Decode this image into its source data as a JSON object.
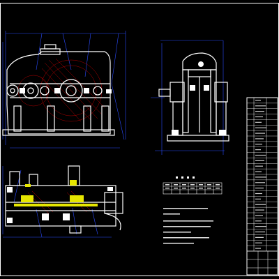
{
  "colors": {
    "background": "#000000",
    "outline": "#ffffff",
    "dimension": "#2b4cff",
    "hatch": "#c80000",
    "highlight": "#e6e600",
    "label": "#ffffff",
    "table": "#ffffff"
  },
  "views": {
    "front": "front-elevation",
    "side": "side-elevation",
    "plan": "plan-section"
  },
  "parameter_table": {
    "heading": "",
    "rows": 3,
    "cols": 7
  },
  "technical_notes": {
    "line_count": 7
  },
  "title_block": {
    "rows": 28
  }
}
